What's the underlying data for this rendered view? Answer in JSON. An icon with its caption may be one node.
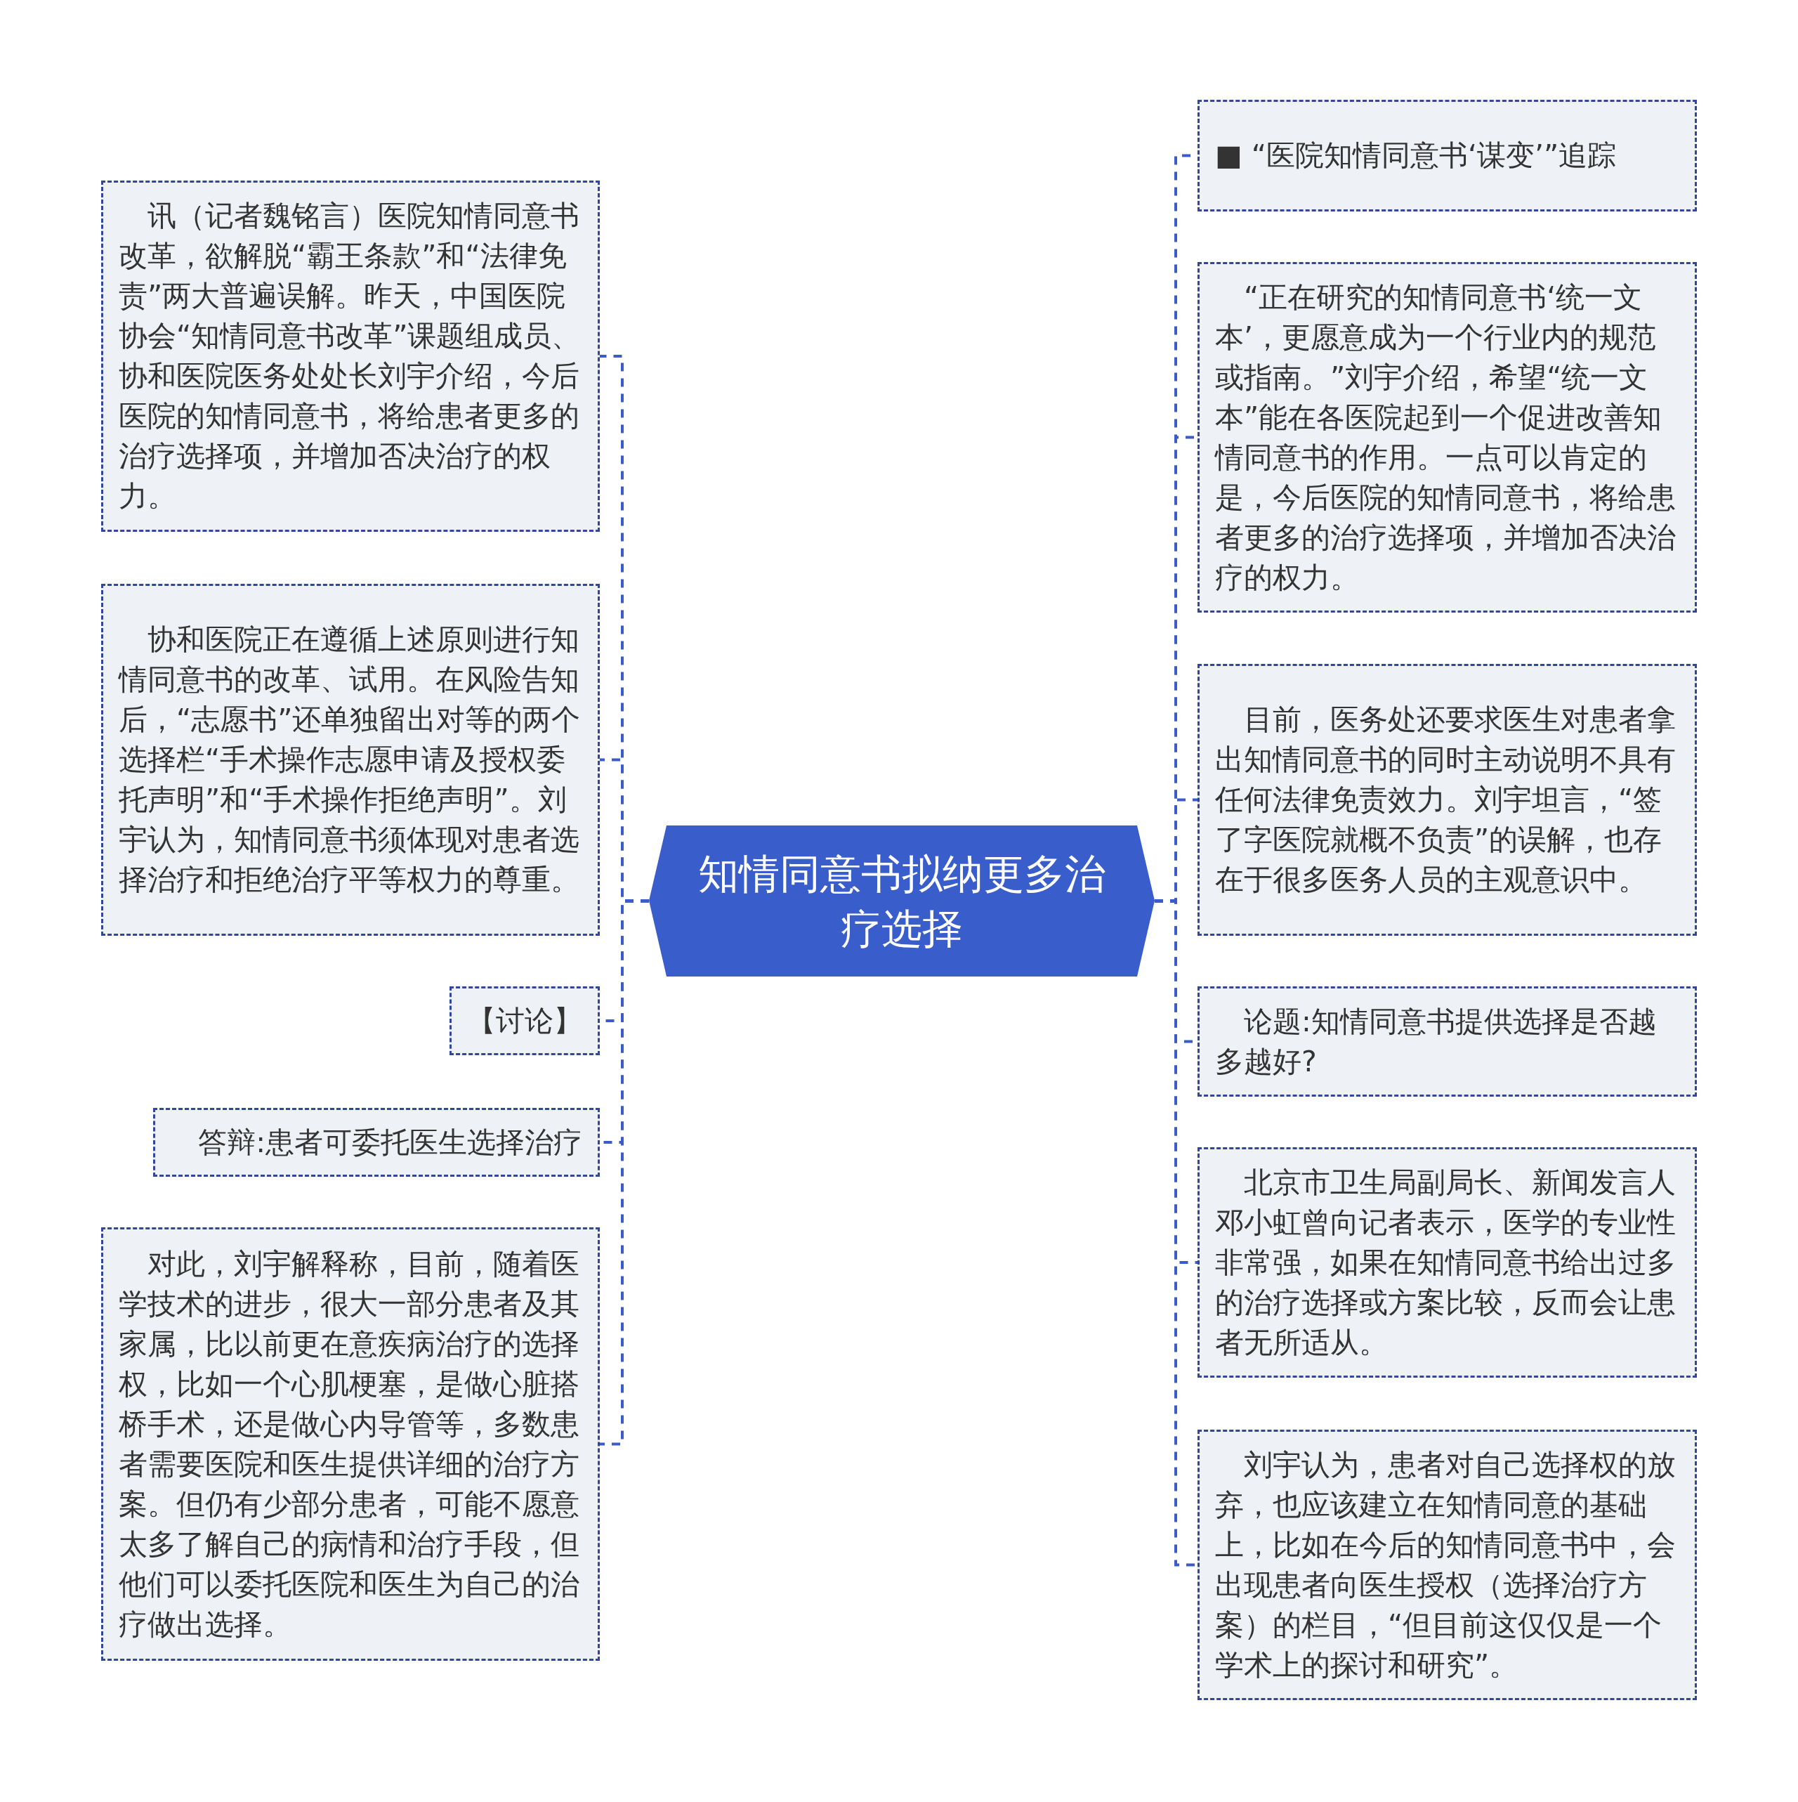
{
  "diagram": {
    "nodes": [
      {
        "text": [
          "知情同意书拟纳更多治疗选择"
        ]
      },
      {
        "text": [
          "讯（记者魏铭言）医院知情同意书改革，欲解脱“霸王条款”和“法律免责”两大普遍误解。昨天，中国医院协会“知情同意书改革”课题组成员、协和医院医务处处长刘宇介绍，今后医院的知情同意书，将给患者更多的治疗选择项，并增加否决治疗的权力。"
        ]
      },
      {
        "text": [
          "协和医院正在遵循上述原则进行知情同意书的改革、试用。在风险告知后，“志愿书”还单独留出对等的两个选择栏“手术操作志愿申请及授权委托声明”和“手术操作拒绝声明”。刘宇认为，知情同意书须体现对患者选择治疗和拒绝治疗平等权力的尊重。"
        ]
      },
      {
        "text": [
          "【讨论】"
        ]
      },
      {
        "text": [
          "答辩:患者可委托医生选择治疗"
        ]
      },
      {
        "text": [
          "对此，刘宇解释称，目前，随着医学技术的进步，很大一部分患者及其家属，比以前更在意疾病治疗的选择权，比如一个心肌梗塞，是做心脏搭桥手术，还是做心内导管等，多数患者需要医院和医生提供详细的治疗方案。但仍有少部分患者，可能不愿意太多了解自己的病情和治疗手段，但他们可以委托医院和医生为自己的治疗做出选择。"
        ]
      },
      {
        "text": [
          "■ “医院知情同意书‘谋变’”追踪"
        ]
      },
      {
        "text": [
          "“正在研究的知情同意书‘统一文本’，更愿意成为一个行业内的规范或指南。”刘宇介绍，希望“统一文本”能在各医院起到一个促进改善知情同意书的作用。一点可以肯定的是，今后医院的知情同意书，将给患者更多的治疗选择项，并增加否决治疗的权力。"
        ]
      },
      {
        "text": [
          "目前，医务处还要求医生对患者拿出知情同意书的同时主动说明不具有任何法律免责效力。刘宇坦言，“签了字医院就概不负责”的误解，也存在于很多医务人员的主观意识中。"
        ]
      },
      {
        "text": [
          "论题:知情同意书提供选择是否越多越好?"
        ]
      },
      {
        "text": [
          "北京市卫生局副局长、新闻发言人邓小虹曾向记者表示，医学的专业性非常强，如果在知情同意书给出过多的治疗选择或方案比较，反而会让患者无所适从。"
        ]
      },
      {
        "text": [
          "刘宇认为，患者对自己选择权的放弃，也应该建立在知情同意的基础上，比如在今后的知情同意书中，会出现患者向医生授权（选择治疗方案）的栏目，“但目前这仅仅是一个学术上的探讨和研究”。"
        ]
      }
    ],
    "edges": [
      {
        "from": 0,
        "to": 1,
        "arrow": "none"
      },
      {
        "from": 0,
        "to": 2,
        "arrow": "none"
      },
      {
        "from": 0,
        "to": 3,
        "arrow": "none"
      },
      {
        "from": 0,
        "to": 4,
        "arrow": "none"
      },
      {
        "from": 0,
        "to": 5,
        "arrow": "none"
      },
      {
        "from": 0,
        "to": 6,
        "arrow": "none"
      },
      {
        "from": 0,
        "to": 7,
        "arrow": "none"
      },
      {
        "from": 0,
        "to": 8,
        "arrow": "none"
      },
      {
        "from": 0,
        "to": 9,
        "arrow": "none"
      },
      {
        "from": 0,
        "to": 10,
        "arrow": "none"
      },
      {
        "from": 0,
        "to": 11,
        "arrow": "none"
      }
    ]
  }
}
